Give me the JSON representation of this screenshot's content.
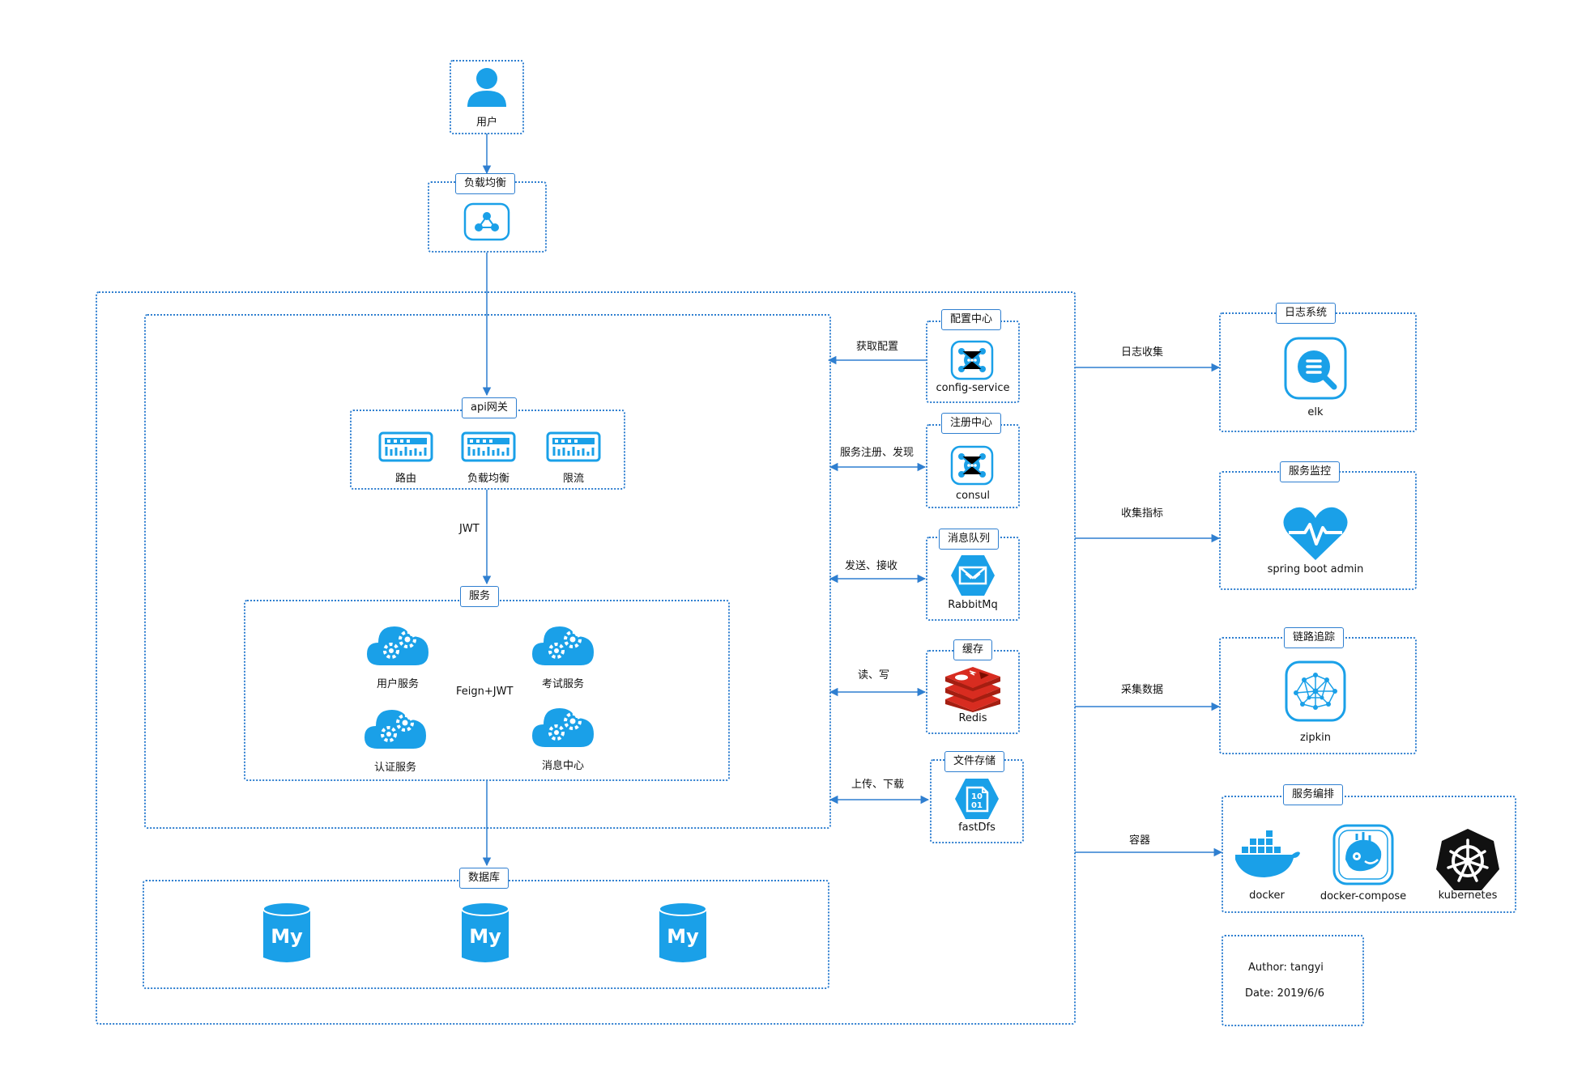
{
  "user": {
    "label": "用户"
  },
  "lb": {
    "title": "负载均衡"
  },
  "gateway": {
    "title": "api网关",
    "items": [
      "路由",
      "负载均衡",
      "限流"
    ]
  },
  "jwt_label": "JWT",
  "services": {
    "title": "服务",
    "items": [
      "用户服务",
      "考试服务",
      "认证服务",
      "消息中心"
    ],
    "link_label": "Feign+JWT"
  },
  "database": {
    "title": "数据库",
    "items": [
      "My",
      "My",
      "My"
    ]
  },
  "middleware": [
    {
      "title": "配置中心",
      "name": "config-service",
      "action": "获取配置"
    },
    {
      "title": "注册中心",
      "name": "consul",
      "action": "服务注册、发现"
    },
    {
      "title": "消息队列",
      "name": "RabbitMq",
      "action": "发送、接收"
    },
    {
      "title": "缓存",
      "name": "Redis",
      "action": "读、写"
    },
    {
      "title": "文件存储",
      "name": "fastDfs",
      "action": "上传、下载"
    }
  ],
  "ops": [
    {
      "title": "日志系统",
      "name": "elk",
      "action": "日志收集"
    },
    {
      "title": "服务监控",
      "name": "spring boot admin",
      "action": "收集指标"
    },
    {
      "title": "链路追踪",
      "name": "zipkin",
      "action": "采集数据"
    }
  ],
  "orchestration": {
    "title": "服务编排",
    "action": "容器",
    "items": [
      "docker",
      "docker-compose",
      "kubernetes"
    ]
  },
  "meta": {
    "author": "Author: tangyi",
    "date": "Date: 2019/6/6"
  },
  "colors": {
    "accent": "#2f7fd0",
    "icon": "#1aa0e8",
    "redis": "#d82c20"
  }
}
